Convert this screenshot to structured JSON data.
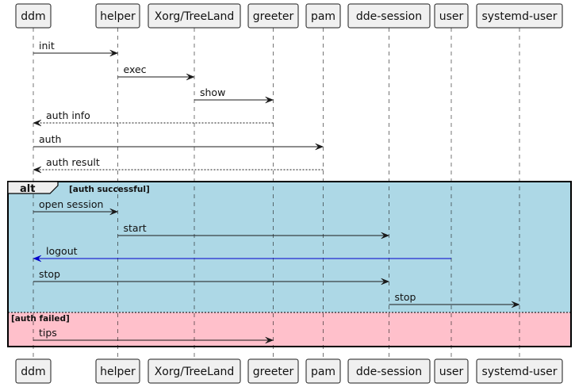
{
  "participants": [
    "ddm",
    "helper",
    "Xorg/TreeLand",
    "greeter",
    "pam",
    "dde-session",
    "user",
    "systemd-user"
  ],
  "messages_before": [
    {
      "from": "ddm",
      "to": "helper",
      "label": "init",
      "style": "solid"
    },
    {
      "from": "helper",
      "to": "Xorg/TreeLand",
      "label": "exec",
      "style": "solid"
    },
    {
      "from": "Xorg/TreeLand",
      "to": "greeter",
      "label": "show",
      "style": "solid"
    },
    {
      "from": "greeter",
      "to": "ddm",
      "label": "auth info",
      "style": "dashed"
    },
    {
      "from": "ddm",
      "to": "pam",
      "label": "auth",
      "style": "solid"
    },
    {
      "from": "pam",
      "to": "ddm",
      "label": "auth result",
      "style": "dashed"
    }
  ],
  "alt": {
    "keyword": "alt",
    "success_condition": "[auth successful]",
    "failed_condition": "[auth failed]",
    "success_color": "#add8e6",
    "failed_color": "#ffc0cb",
    "success_messages": [
      {
        "from": "ddm",
        "to": "helper",
        "label": "open session",
        "style": "solid"
      },
      {
        "from": "helper",
        "to": "dde-session",
        "label": "start",
        "style": "solid"
      },
      {
        "from": "user",
        "to": "ddm",
        "label": "logout",
        "style": "solid",
        "color": "#0000cc"
      },
      {
        "from": "ddm",
        "to": "dde-session",
        "label": "stop",
        "style": "solid"
      },
      {
        "from": "dde-session",
        "to": "systemd-user",
        "label": "stop",
        "style": "solid"
      }
    ],
    "failed_messages": [
      {
        "from": "ddm",
        "to": "greeter",
        "label": "tips",
        "style": "solid"
      }
    ]
  }
}
